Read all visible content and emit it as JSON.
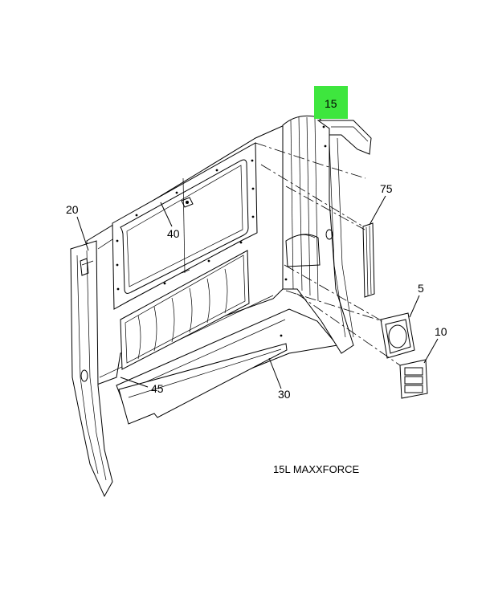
{
  "callouts": {
    "c15": "15",
    "c75": "75",
    "c20": "20",
    "c40": "40",
    "c5": "5",
    "c10": "10",
    "c45": "45",
    "c30": "30"
  },
  "caption": "15L MAXXFORCE",
  "colors": {
    "highlight": "#3ee63e",
    "line": "#000000"
  }
}
